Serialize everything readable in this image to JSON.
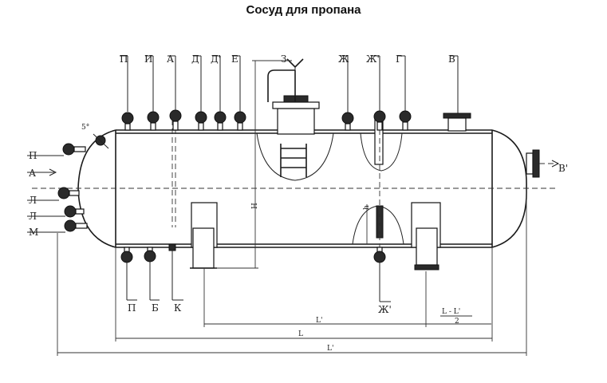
{
  "title": "Сосуд для пропана",
  "labels": {
    "top_p": "П",
    "top_i": "И",
    "top_a": "А",
    "top_d1": "Д",
    "top_d2": "Д'",
    "top_e": "Е",
    "top_z": "З",
    "top_zh1": "Ж",
    "top_zh2": "Ж'",
    "top_g": "Г",
    "top_v": "В",
    "left_p": "П",
    "left_a": "А",
    "left_l1": "Л",
    "left_l2": "Л",
    "left_m": "М",
    "right_v": "В'",
    "bot_p": "П",
    "bot_b": "Б",
    "bot_k": "К",
    "bot_zh": "Ж'",
    "angle": "5°",
    "dim_l": "L'",
    "dim_lmain": "L",
    "dim_ltotal": "L'",
    "dim_half": "L - L'",
    "dim_half_den": "2",
    "height": "H",
    "small_h": "h"
  }
}
